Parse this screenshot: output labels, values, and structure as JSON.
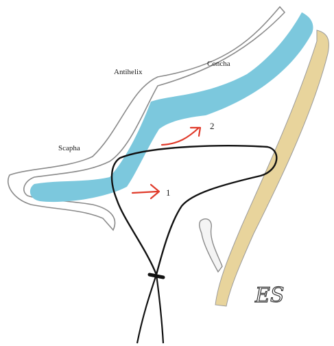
{
  "labels": {
    "concha": "Concha",
    "antihelix": "Antihelix",
    "scapha": "Scapha",
    "arrow_1": "1",
    "arrow_2": "2",
    "signature": "ES"
  },
  "colors": {
    "cartilage": "#7cc8dd",
    "skin_outline": "#8a8a8a",
    "bone_strip": "#e8d49c",
    "suture": "#111111",
    "arrow": "#e03a2a",
    "text": "#1a1a1a"
  }
}
